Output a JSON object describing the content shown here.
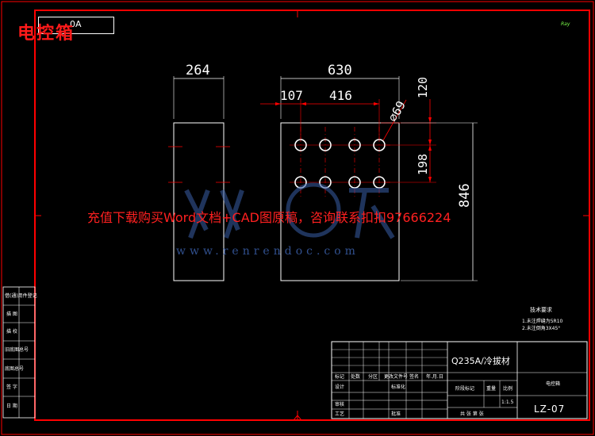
{
  "drawing": {
    "title": "电控箱",
    "tag": "0A",
    "corner_mark": "Ray",
    "watermark_text": "充值下载购买Word文档+CAD图原稿，咨询联系扣扣97666224",
    "watermark_url": "www.renrendoc.com"
  },
  "dimensions": {
    "side_width": "264",
    "overall_width": "630",
    "offset_left": "107",
    "hole_spacing": "416",
    "hole_diameter": "⌀69",
    "top_offset": "120",
    "row_spacing": "198",
    "overall_height": "846"
  },
  "tech_requirements": {
    "title": "技术要求",
    "items": [
      "1.未注焊缝为5R10",
      "2.未注倒角3X45°"
    ]
  },
  "left_block_labels": [
    "借(通)用件登记",
    "描 图",
    "描 校",
    "旧底图总号",
    "底图总号",
    "签 字",
    "日 期"
  ],
  "title_block": {
    "material": "Q235A/冷拔材",
    "part_name": "电控箱",
    "drawing_no": "LZ-07",
    "scale_value": "1:1.5",
    "header_cells": [
      "标记",
      "处数",
      "分区",
      "更改文件号",
      "签名",
      "年.月.日"
    ],
    "row_labels": [
      "设计",
      "审核",
      "工艺"
    ],
    "std_label": "标准化",
    "approve_label": "批准",
    "stage_label": "阶段标记",
    "weight_label": "重量",
    "ratio_label": "比例",
    "sheet_label": "共 张 第 张"
  }
}
